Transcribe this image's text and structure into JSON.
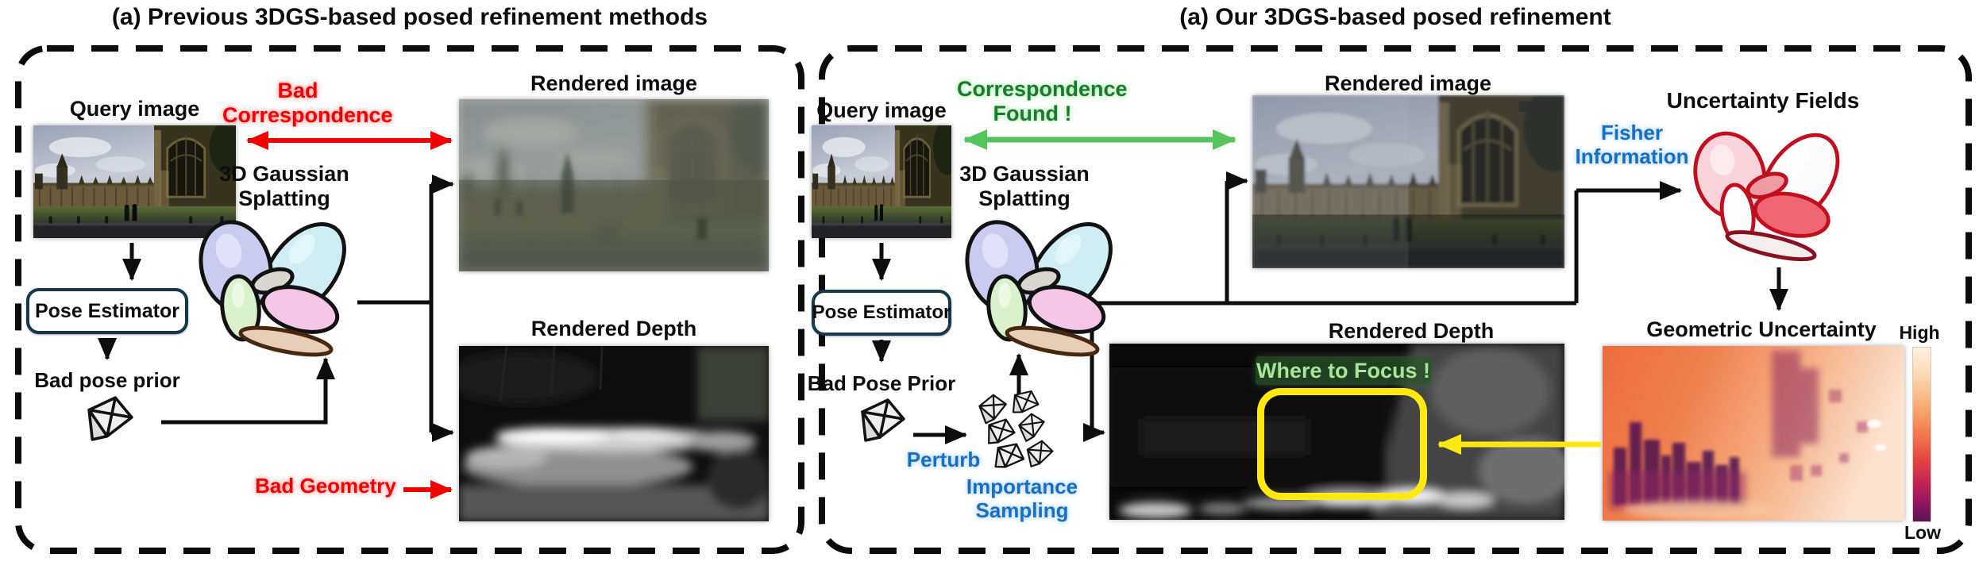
{
  "colors": {
    "accent_red": "#f20000",
    "accent_green_text": "#1c7a30",
    "accent_green_arrow": "#56c45c",
    "accent_blue": "#1a6ec2",
    "accent_yellow": "#ffe911",
    "focus_green": "#a8e49c",
    "panel_border": "#0b0b0b",
    "pose_box_border": "#16384a"
  },
  "left_panel": {
    "title": "(a) Previous 3DGS-based posed refinement methods",
    "query_image_label": "Query image",
    "bad_correspondence_line1": "Bad",
    "bad_correspondence_line2": "Correspondence",
    "gaussian_splatting_line1": "3D Gaussian",
    "gaussian_splatting_line2": "Splatting",
    "rendered_image_label": "Rendered image",
    "pose_estimator_label": "Pose Estimator",
    "bad_pose_prior_label": "Bad pose prior",
    "bad_geometry_label": "Bad Geometry",
    "rendered_depth_label": "Rendered Depth"
  },
  "right_panel": {
    "title": "(a) Our 3DGS-based posed refinement",
    "query_image_label": "Query image",
    "correspondence_found_line1": "Correspondence",
    "correspondence_found_line2": "Found !",
    "gaussian_splatting_line1": "3D Gaussian",
    "gaussian_splatting_line2": "Splatting",
    "rendered_image_label": "Rendered image",
    "pose_estimator_label": "Pose Estimator",
    "bad_pose_prior_label": "Bad Pose Prior",
    "perturb_label": "Perturb",
    "importance_sampling_line1": "Importance",
    "importance_sampling_line2": "Sampling",
    "rendered_depth_label": "Rendered Depth",
    "where_to_focus_label": "Where to Focus !",
    "fisher_information_line1": "Fisher",
    "fisher_information_line2": "Information",
    "uncertainty_fields_label": "Uncertainty Fields",
    "geometric_uncertainty_label": "Geometric Uncertainty",
    "colorbar_high_label": "High",
    "colorbar_low_label": "Low"
  }
}
